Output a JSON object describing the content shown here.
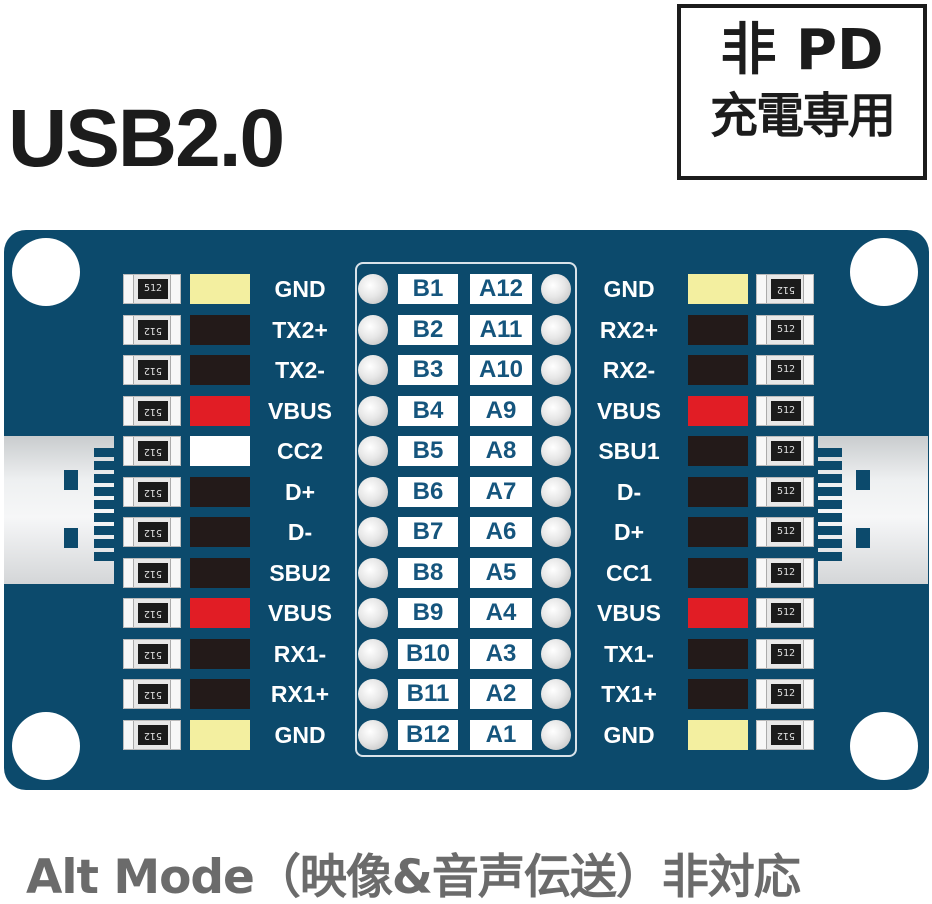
{
  "title": "USB2.0",
  "badge": {
    "line1": "非 PD",
    "line2": "充電専用"
  },
  "footer": "Alt Mode（映像&音声伝送）非対応",
  "resistor_code": "512",
  "colors": {
    "board": "#0c4a6c",
    "pad_gnd": "#f3efa0",
    "pad_vbus": "#e11d25",
    "pad_cc": "#ffffff",
    "pad_default": "#231a19"
  },
  "left_pins": [
    "GND",
    "TX2+",
    "TX2-",
    "VBUS",
    "CC2",
    "D+",
    "D-",
    "SBU2",
    "VBUS",
    "RX1-",
    "RX1+",
    "GND"
  ],
  "right_pins": [
    "GND",
    "RX2+",
    "RX2-",
    "VBUS",
    "SBU1",
    "D-",
    "D+",
    "CC1",
    "VBUS",
    "TX1-",
    "TX1+",
    "GND"
  ],
  "b_labels": [
    "B1",
    "B2",
    "B3",
    "B4",
    "B5",
    "B6",
    "B7",
    "B8",
    "B9",
    "B10",
    "B11",
    "B12"
  ],
  "a_labels": [
    "A12",
    "A11",
    "A10",
    "A9",
    "A8",
    "A7",
    "A6",
    "A5",
    "A4",
    "A3",
    "A2",
    "A1"
  ]
}
